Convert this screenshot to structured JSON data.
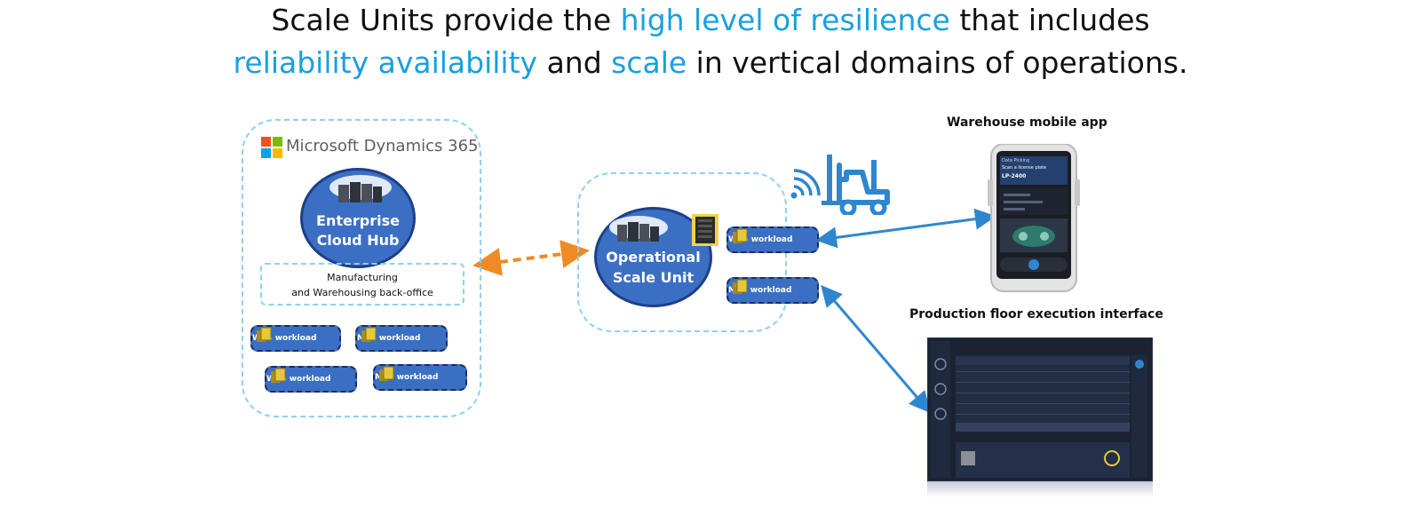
{
  "headline": {
    "line1_part1": "Scale Units provide the ",
    "line1_highlight": "high level of resilience",
    "line1_part2": " that includes",
    "line2_highlight1": "reliability  availability",
    "line2_part1": " and ",
    "line2_highlight2": "scale",
    "line2_part2": " in vertical domains of operations."
  },
  "hub": {
    "brand": "Microsoft Dynamics 365",
    "circle_line1": "Enterprise",
    "circle_line2": "Cloud Hub",
    "back_office_line1": "Manufacturing",
    "back_office_line2": "and Warehousing back-office",
    "workloads": [
      "WES workload",
      "MES workload",
      "WES workload",
      "MES workload"
    ]
  },
  "scale_unit": {
    "circle_line1": "Operational",
    "circle_line2": "Scale Unit",
    "workloads": [
      "WES workload",
      "MES workload"
    ]
  },
  "mobile": {
    "caption": "Warehouse mobile app",
    "screen_title": "Data Picking",
    "screen_prompt": "Scan a license plate",
    "screen_value": "LP-2400"
  },
  "production": {
    "caption": "Production floor execution interface"
  },
  "colors": {
    "accent": "#18a0e0",
    "circle_fill": "#3b6fc4",
    "sync_arrow": "#f08a24",
    "link_arrow": "#2f86cf"
  },
  "icons": [
    "microsoft-logo-icon",
    "cloud-datacenter-icon",
    "workload-box-icon",
    "wifi-signal-icon",
    "forklift-icon",
    "server-rack-icon"
  ]
}
